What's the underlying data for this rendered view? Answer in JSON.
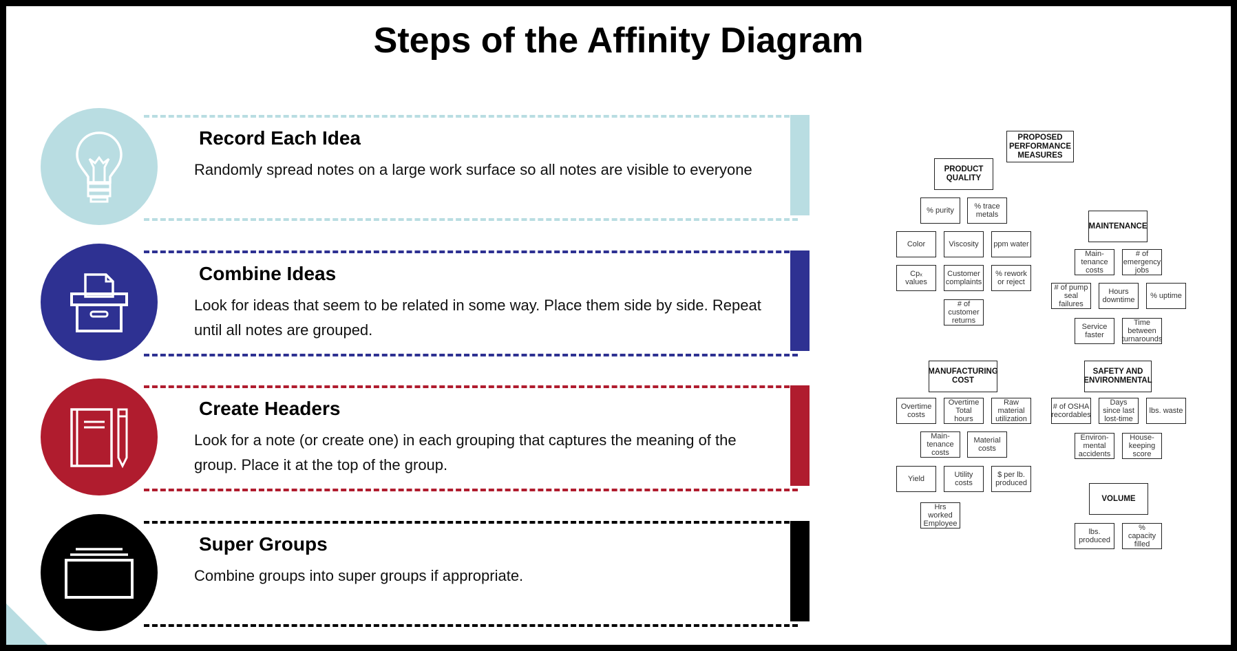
{
  "title": "Steps of the Affinity Diagram",
  "steps": [
    {
      "heading": "Record Each Idea",
      "description": "Randomly spread notes on a large work surface so all notes are visible to everyone",
      "icon": "lightbulb-icon",
      "color": "#b9dde2"
    },
    {
      "heading": "Combine Ideas",
      "description": "Look for ideas that seem to be related in some way. Place them side by side. Repeat until all notes are grouped.",
      "icon": "file-box-icon",
      "color": "#2e3192"
    },
    {
      "heading": "Create Headers",
      "description": "Look for a note (or create one) in each grouping that captures the meaning of the group. Place it at the top of the group.",
      "icon": "notebook-pencil-icon",
      "color": "#b01c2e"
    },
    {
      "heading": "Super Groups",
      "description": "Combine groups into super groups if appropriate.",
      "icon": "stacked-folders-icon",
      "color": "#000000"
    }
  ],
  "affinity": {
    "root": "PROPOSED PERFORMANCE MEASURES",
    "product_quality": {
      "header": "PRODUCT QUALITY",
      "notes": [
        "% purity",
        "% trace metals",
        "Color",
        "Viscosity",
        "ppm water",
        "Cpₓ values",
        "Customer complaints",
        "% rework or reject",
        "# of customer returns"
      ]
    },
    "maintenance": {
      "header": "MAINTENANCE",
      "notes": [
        "Main-tenance costs",
        "# of emergency jobs",
        "# of pump seal failures",
        "Hours downtime",
        "% uptime",
        "Service faster",
        "Time between turnarounds"
      ]
    },
    "manufacturing_cost": {
      "header": "MANUFACTURING COST",
      "notes": [
        "Overtime costs",
        "Overtime Total hours",
        "Raw material utilization",
        "Main-tenance costs",
        "Material costs",
        "Yield",
        "Utility costs",
        "$ per lb. produced",
        "Hrs worked Employee"
      ]
    },
    "safety": {
      "header": "SAFETY AND ENVIRONMENTAL",
      "notes": [
        "# of OSHA recordables",
        "Days since last lost-time",
        "lbs. waste",
        "Environ-mental accidents",
        "House-keeping score"
      ]
    },
    "volume": {
      "header": "VOLUME",
      "notes": [
        "lbs. produced",
        "% capacity filled"
      ]
    }
  }
}
